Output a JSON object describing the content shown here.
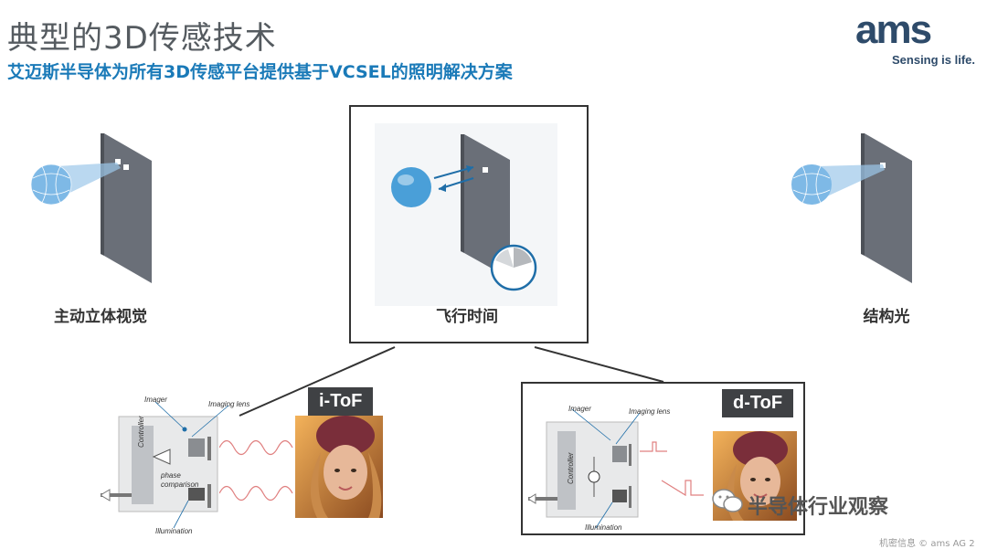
{
  "slide": {
    "title": "典型的3D传感技术",
    "subtitle": "艾迈斯半导体为所有3D传感平台提供基于VCSEL的照明解决方案"
  },
  "logo": {
    "word": "ams",
    "tagline": "Sensing is life."
  },
  "methods": [
    {
      "label": "主动立体视觉"
    },
    {
      "label": "飞行时间"
    },
    {
      "label": "结构光"
    }
  ],
  "itof": {
    "tag": "i-ToF",
    "labels": {
      "imager": "Imager",
      "lens": "Imaging lens",
      "controller": "Controller",
      "phase1": "phase",
      "phase2": "comparison",
      "illumination": "Illumination"
    }
  },
  "dtof": {
    "tag": "d-ToF",
    "labels": {
      "imager": "Imager",
      "lens": "Imaging lens",
      "controller": "Controller",
      "illumination": "Illumination"
    }
  },
  "footer": {
    "watermark": "半导体行业观察",
    "copyright": "机密信息 © ams AG 2"
  },
  "colors": {
    "accent": "#1a7ab8",
    "panel": "#6a6f78",
    "sphere": "#4a9fd8"
  }
}
